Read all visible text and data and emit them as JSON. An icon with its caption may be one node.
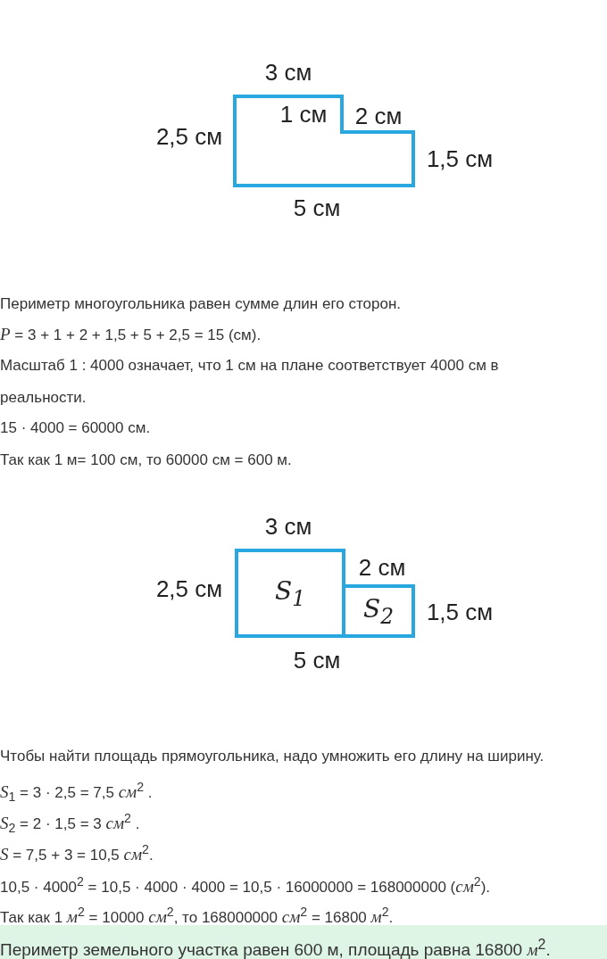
{
  "diagram": {
    "nodes": [
      {
        "text": [
          "S$_{1}$"
        ]
      },
      {
        "text": [
          "S$_{2}$"
        ]
      }
    ],
    "edges": [],
    "labels": [
      "3 см",
      "1 см",
      "2,5 см",
      "2 см",
      "1,5 см",
      "5 см",
      "Периметр многоугольника равен сумме длин его сторон.",
      "*P* = 3 + 1 + 2 + 1,5 + 5 + 2,5 = 15 (см).",
      "Масштаб 1 : 4000 означает, что 1 см на плане соответствует 4000 см в реальности.",
      "15 · 4000 = 60000 см.",
      "Так как 1 м= 100 см, то 60000 см = 600 м.",
      "3 см",
      "2,5 см",
      "2 см",
      "1,5 см",
      "5 см",
      "Чтобы найти площадь прямоугольника, надо умножить его длину на ширину.",
      "*S*$_{1}$ = 3 · 2,5 = 7,5 *см*$^{2}$ .",
      "*S*$_{2}$ = 2 · 1,5 = 3 *см*$^{2}$ .",
      "*S* = 7,5 + 3 = 10,5 *см*$^{2}$.",
      "10,5 · 4000$^{2}$ = 10,5 · 4000 · 4000 = 10,5 · 16000000 = 168000000 (*см*$^{2}$).",
      "Так как 1 *м*$^{2}$ = 10000 *см*$^{2}$, то 168000000 *см*$^{2}$ = 16800 *м*$^{2}$.",
      "Периметр земельного участка равен 600 м, площадь равна 16800 *м*$^{2}$."
    ]
  }
}
